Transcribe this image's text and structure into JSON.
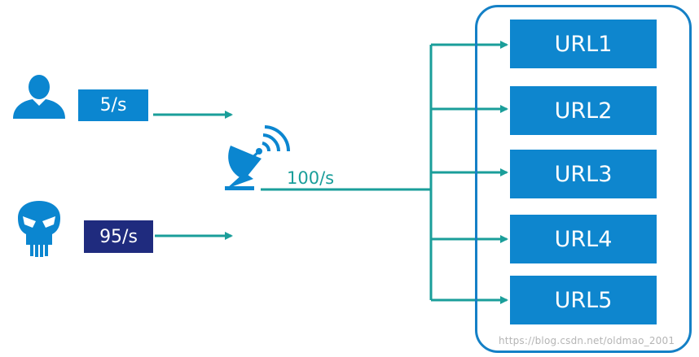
{
  "inputs": [
    {
      "source": "user-icon",
      "rate": "5/s"
    },
    {
      "source": "skull-icon",
      "rate": "95/s"
    }
  ],
  "gateway": {
    "icon": "satellite-dish-icon",
    "rate": "100/s"
  },
  "urls": [
    "URL1",
    "URL2",
    "URL3",
    "URL4",
    "URL5"
  ],
  "watermark": "https://blog.csdn.net/oldmao_2001",
  "colors": {
    "user_box": "#0b86d0",
    "attacker_box": "#1f2b7e",
    "url_box": "#0e86ce",
    "arrow": "#1a9e9a",
    "group_border": "#1480c6",
    "icon": "#0b86d0"
  }
}
